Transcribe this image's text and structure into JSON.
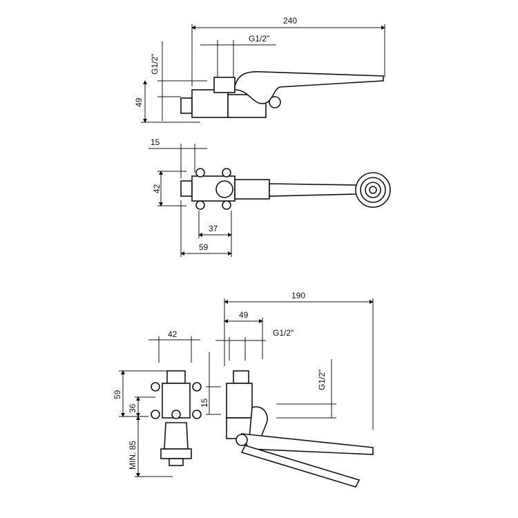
{
  "colors": {
    "line": "#111111",
    "background": "#ffffff"
  },
  "side_view": {
    "overall_length": "240",
    "thread_top": "G1/2\"",
    "thread_left": "G1/2\"",
    "height": "49"
  },
  "plan_view": {
    "nozzle": "15",
    "width": "42",
    "bolt_spacing": "37",
    "body_length": "59"
  },
  "front_view": {
    "width": "42",
    "height": "59",
    "center_height": "36",
    "min_depth": "MIN. 85"
  },
  "right_view": {
    "overall_length": "190",
    "body_offset": "49",
    "thread_top": "G1/2\"",
    "offset": "15",
    "thread_right": "G1/2\""
  }
}
